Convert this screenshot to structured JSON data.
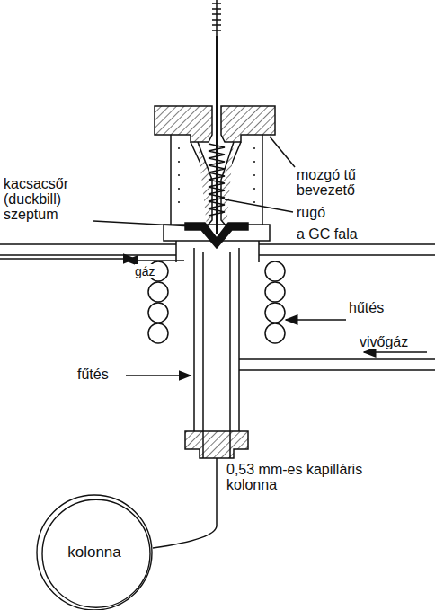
{
  "diagram": {
    "nodes": [
      {
        "text": [
          "kolonna"
        ]
      }
    ],
    "labels": [
      "kacsacsőr (duckbill) szeptum",
      "mozgó tű bevezető",
      "rugó",
      "a GC fala",
      "gáz",
      "hűtés",
      "vivőgáz",
      "fűtés",
      "0,53 mm-es kapilláris kolonna"
    ]
  }
}
